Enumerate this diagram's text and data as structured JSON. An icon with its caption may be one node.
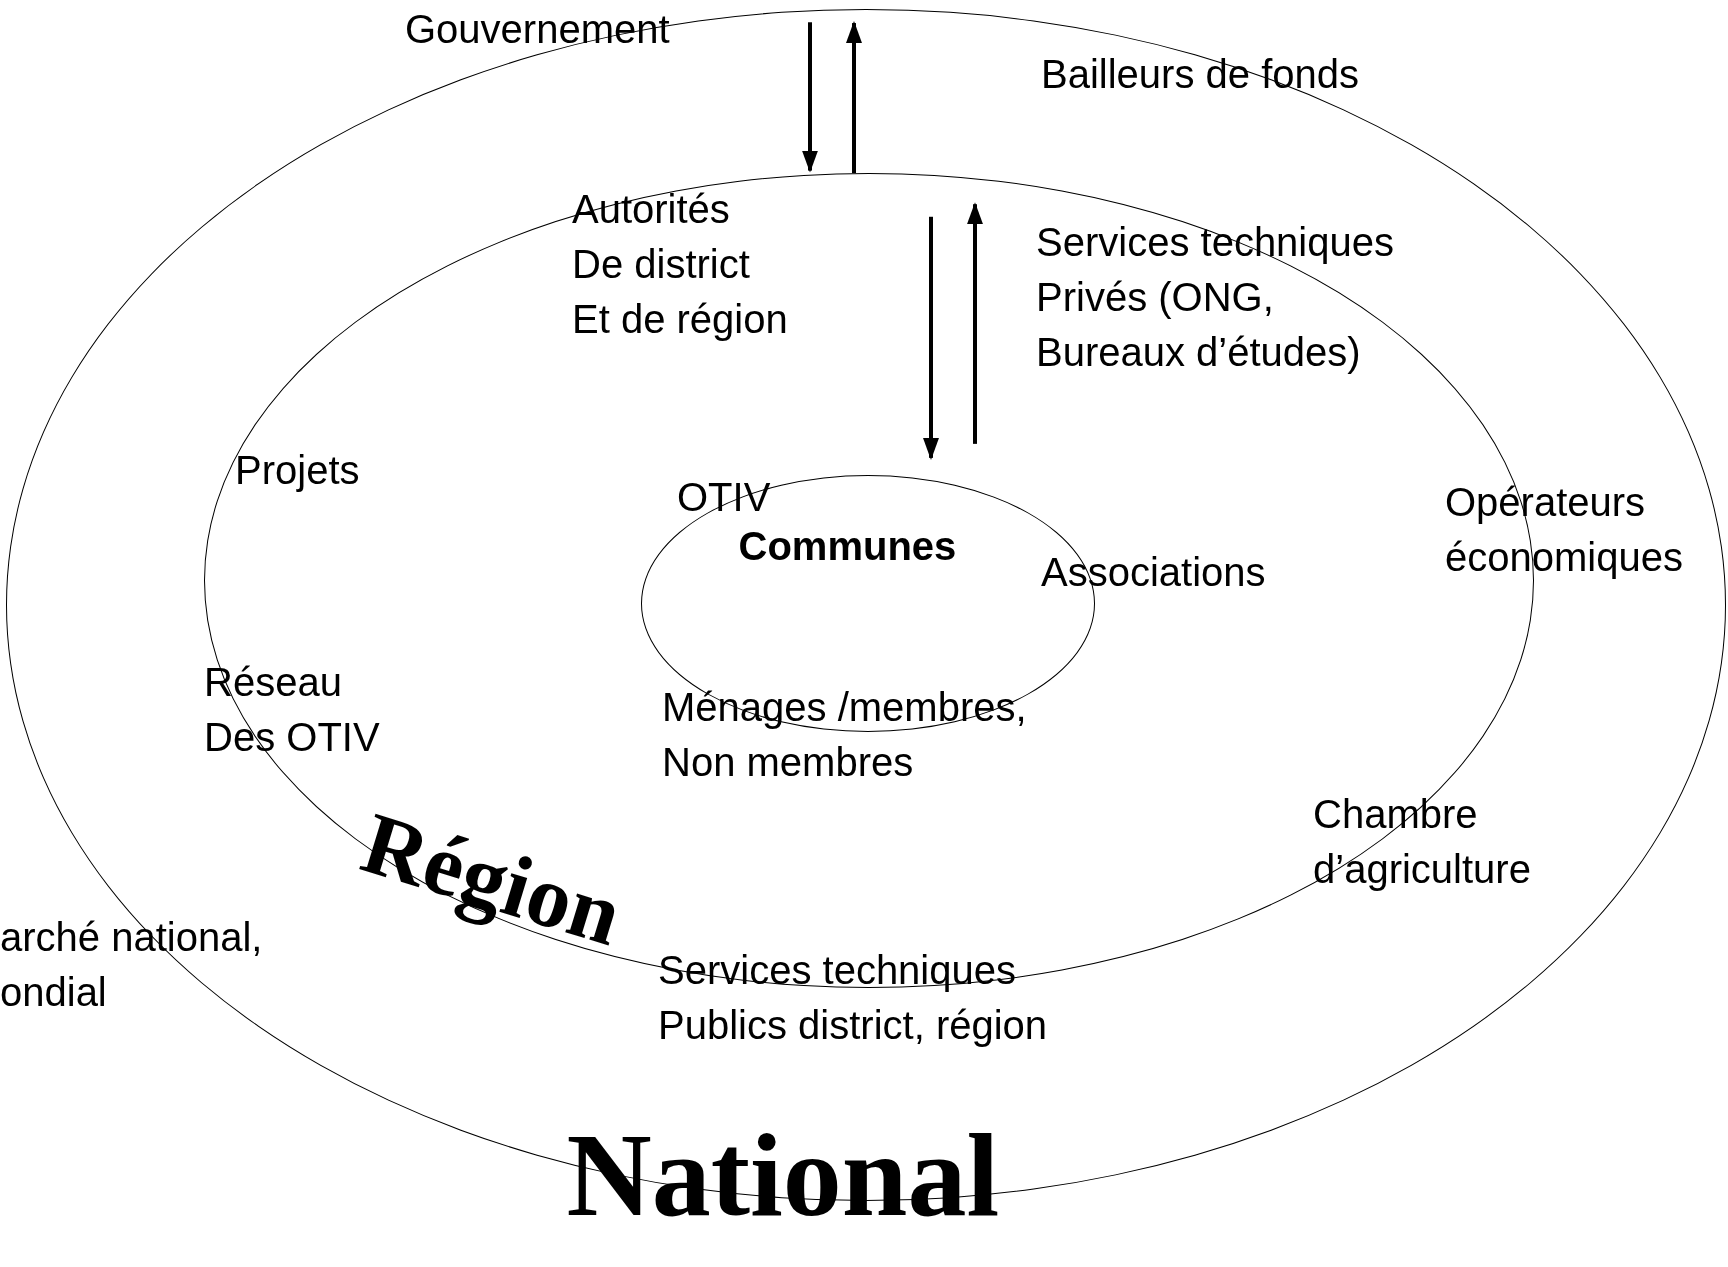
{
  "diagram": {
    "nodes": [
      {
        "text": [
          "National"
        ]
      },
      {
        "text": [
          "Région"
        ],
        "in": 0
      },
      {
        "text": [
          "Communes"
        ],
        "in": 1
      }
    ],
    "edges": [
      {
        "from": 0,
        "to": 1,
        "arrow": "to"
      },
      {
        "from": 1,
        "to": 0,
        "arrow": "to"
      },
      {
        "from": 1,
        "to": 2,
        "arrow": "to"
      },
      {
        "from": 2,
        "to": 1,
        "arrow": "to"
      }
    ],
    "labels": [
      "Gouvernement",
      "Bailleurs de fonds",
      "Autorités De district Et de région",
      "Services techniques Privés (ONG, Bureaux d’études)",
      "Projets",
      "OTIV",
      "Opérateurs économiques",
      "Associations",
      "Réseau Des OTIV",
      "Ménages /membres, Non membres",
      "Chambre d’agriculture",
      "arché national, ondial",
      "Services techniques Publics district, région"
    ]
  }
}
